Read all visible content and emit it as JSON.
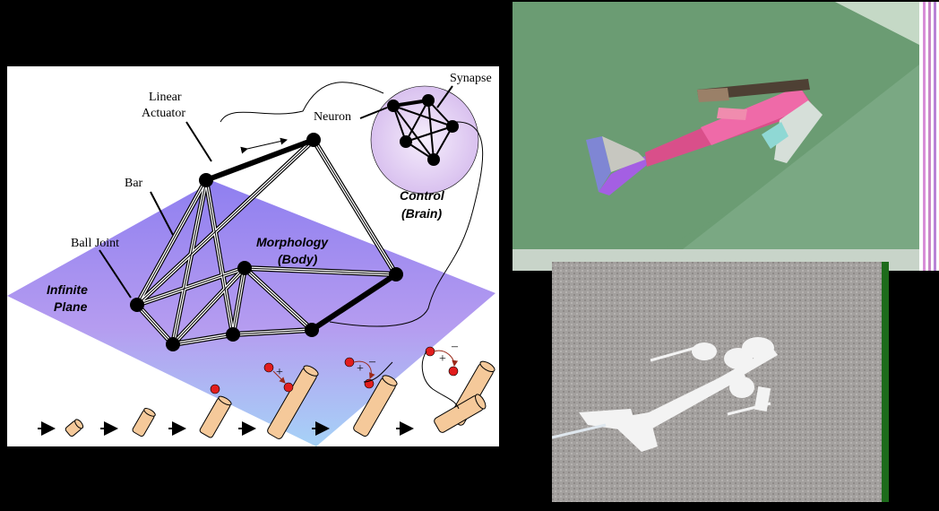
{
  "diagram": {
    "labels": {
      "linear_actuator_1": "Linear",
      "linear_actuator_2": "Actuator",
      "synapse": "Synapse",
      "neuron": "Neuron",
      "bar": "Bar",
      "ball_joint": "Ball Joint",
      "morphology_1": "Morphology",
      "morphology_2": "(Body)",
      "control_1": "Control",
      "control_2": "(Brain)",
      "infinite_1": "Infinite",
      "infinite_2": "Plane"
    },
    "plus_signs": [
      "+",
      "+",
      "+"
    ],
    "minus_signs": [
      "–",
      "–"
    ],
    "colors": {
      "plane_top": "#9a8df2",
      "plane_bottom": "#a9c8f5",
      "cylinder": "#f5c99a",
      "neuron_dot": "#e21d1d",
      "brain_fill": "#e7d4f4"
    }
  },
  "simulation": {
    "colors": {
      "ground": "#6a9a72",
      "sky": "#c9dccb"
    }
  },
  "photo": {
    "colors": {
      "carpet": "#9d9a98",
      "robot": "#f2f2f2",
      "edge": "#1d6b1b"
    }
  }
}
